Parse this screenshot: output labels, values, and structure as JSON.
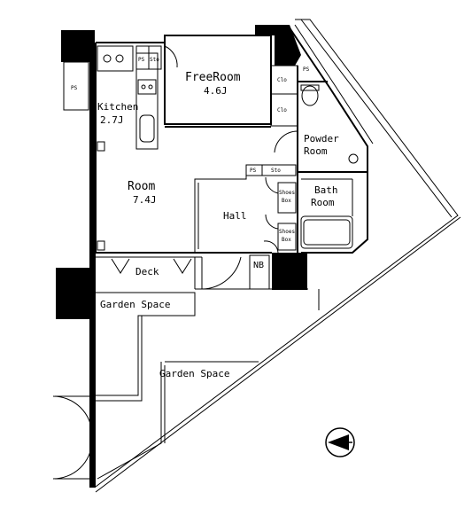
{
  "rooms": {
    "free_room": {
      "name": "FreeRoom",
      "size": "4.6J"
    },
    "kitchen": {
      "name": "Kitchen",
      "size": "2.7J"
    },
    "room": {
      "name": "Room",
      "size": "7.4J"
    },
    "hall": {
      "name": "Hall"
    },
    "powder_room": {
      "line1": "Powder",
      "line2": "Room"
    },
    "bath_room": {
      "line1": "Bath",
      "line2": "Room"
    },
    "deck": {
      "name": "Deck"
    },
    "garden_space_1": {
      "name": "Garden Space"
    },
    "garden_space_2": {
      "name": "Garden Space"
    }
  },
  "fixtures": {
    "ps_left": "PS",
    "ps_kitchen": "PS",
    "sto": "Sto",
    "ps_right": "PS",
    "clo_1": "Clo",
    "clo_2": "Clo",
    "ps_hall": "PS",
    "sto_hall": "Sto",
    "shoes_box_1_l1": "Shoes",
    "shoes_box_1_l2": "Box",
    "shoes_box_2_l1": "Shoes",
    "shoes_box_2_l2": "Box",
    "nb": "NB"
  },
  "compass": {
    "icon": "north-arrow-icon"
  },
  "colors": {
    "line": "#000000",
    "background": "#ffffff"
  }
}
